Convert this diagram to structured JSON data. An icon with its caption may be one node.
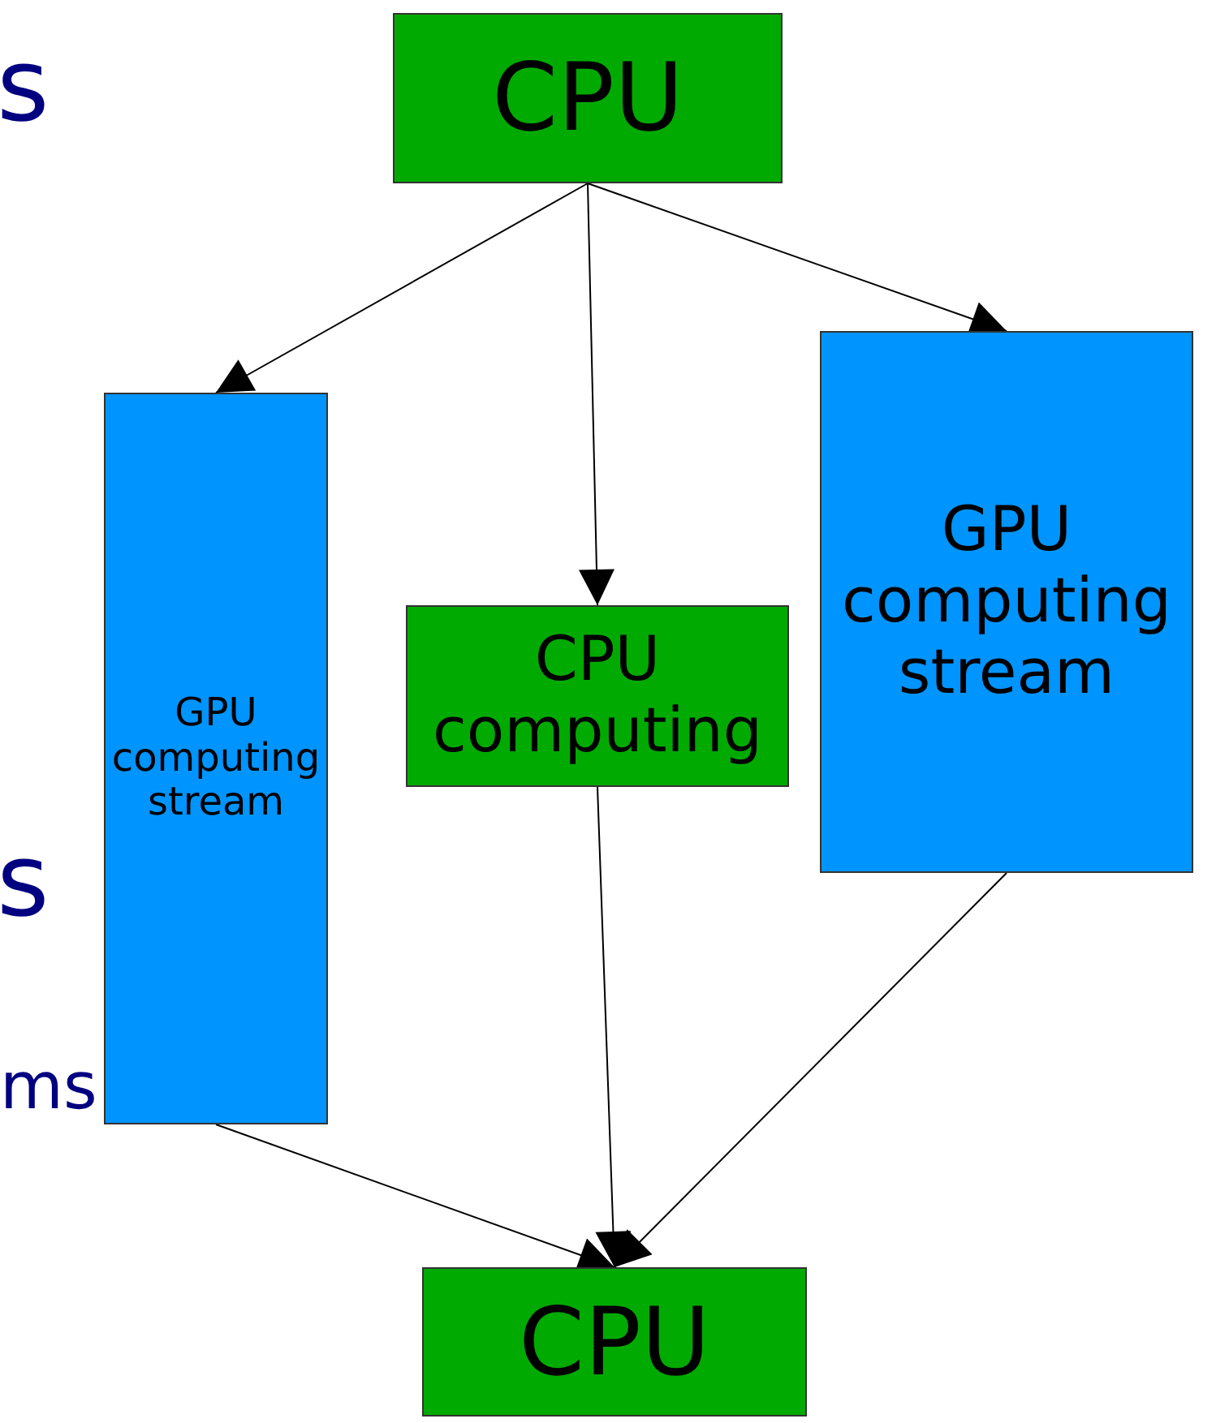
{
  "diagram": {
    "nodes": [
      {
        "text": [
          "CPU"
        ]
      },
      {
        "text": [
          "GPU computing stream"
        ]
      },
      {
        "text": [
          "CPU computing"
        ]
      },
      {
        "text": [
          "GPU computing stream"
        ]
      },
      {
        "text": [
          "CPU"
        ]
      }
    ],
    "edges": [
      {
        "from": 0,
        "to": 1,
        "arrow": "to"
      },
      {
        "from": 0,
        "to": 2,
        "arrow": "to"
      },
      {
        "from": 0,
        "to": 3,
        "arrow": "to"
      },
      {
        "from": 1,
        "to": 4,
        "arrow": "to"
      },
      {
        "from": 2,
        "to": 4,
        "arrow": "to"
      },
      {
        "from": 3,
        "to": 4,
        "arrow": "to"
      }
    ],
    "labels": [
      "s",
      "s",
      "ms"
    ]
  }
}
